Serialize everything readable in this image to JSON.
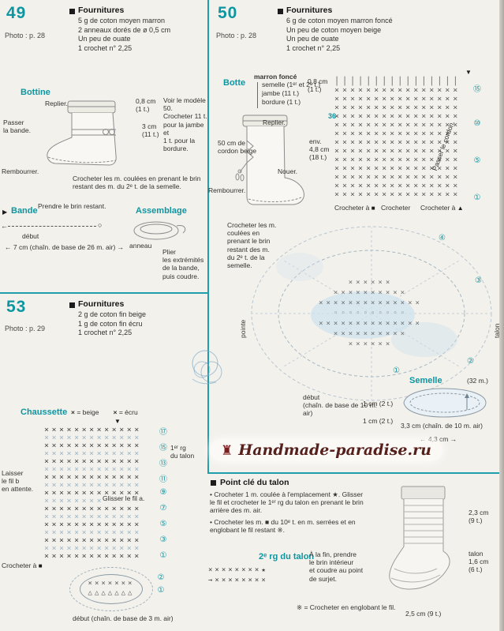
{
  "glyphs": {
    "square": "■",
    "tri_right": "▶",
    "tri_down": "▼",
    "tri_up": "▲",
    "arrow_left": "←",
    "circle": "○"
  },
  "watermark": {
    "ornament": "♜",
    "text": "Handmade-paradise.ru"
  },
  "p49": {
    "number": "49",
    "photo": "Photo : p. 28",
    "supplies_title": "Fournitures",
    "supplies": [
      "5 g de coton moyen marron",
      "2 anneaux dorés de ø 0,5 cm",
      "Un peu de ouate",
      "1 crochet n° 2,25"
    ],
    "bottine_title": "Bottine",
    "replier": "Replier.",
    "dim_top": "0,8 cm\n(1 t.)",
    "dim_leg": "3 cm\n(11 t.)",
    "voir_note": "Voir le modèle 50.\nCrocheter 11 t.\npour la jambe et\n1 t. pour la\nbordure.",
    "passer_bande": "Passer\nla bande.",
    "rembourrer": "Rembourrer.",
    "slip_note": "Crocheter les m. coulées en prenant le brin restant des m. du 2ᵉ t. de la semelle.",
    "bande_title": "Bande",
    "prendre_brin": "Prendre le brin restant.",
    "debut": "début",
    "bande_dim": "← 7 cm (chaîn. de base de 26 m. air) →",
    "assemblage_title": "Assemblage",
    "anneau": "anneau",
    "plier_note": "Plier\nles extrémités\nde la bande,\npuis coudre."
  },
  "p50": {
    "number": "50",
    "photo": "Photo : p. 28",
    "supplies_title": "Fournitures",
    "supplies": [
      "6 g de coton moyen marron foncé",
      "Un peu de coton moyen beige",
      "Un peu de ouate",
      "1 crochet n° 2,25"
    ],
    "botte_title": "Botte",
    "botte_color": "marron foncé",
    "botte_parts": [
      "semelle (1ᵉʳ et 2ᵉ t.)",
      "jambe (11 t.)",
      "bordure (1 t.)"
    ],
    "replier": "Replier.",
    "cordon": "50 cm de\ncordon beige",
    "nouer": "Nouer.",
    "rembourrer": "Rembourrer.",
    "slip_note": "Crocheter les m.\ncoulées en\nprenant le brin\nrestant des m.\ndu 2ᵉ t. de la\nsemelle.",
    "dim_top": "0,8 cm\n(1 t.)",
    "dim_leg": "env.\n4,8 cm\n(18 t.)",
    "row36": "36",
    "passer_cordon": "Passer le cordon.",
    "chart_rows": [
      "││││││││││││││││",
      "××××××××××××××××",
      "××××××××××××××××",
      "××××××××××××××××",
      "××××××××××××××××",
      "××××××××××××××××",
      "××××××××××××××××",
      "××××××××××××××××",
      "××××××××××××××××",
      "××××××××××××××××",
      "××××××××××××××××",
      "××××××××××××××××",
      "××××××××××××××××",
      "××××××××××××××××"
    ],
    "row_markers": [
      "⑮",
      "⑩",
      "⑤",
      "①"
    ],
    "crochet_left": "Crocheter à",
    "crochet_mid": "Crocheter",
    "crochet_right": "Crocheter à",
    "sole": {
      "rows": [
        "××××××",
        "××××××××××",
        "××××××××××××××",
        "◦◦◦◦◦◦◦◦◦◦",
        "××××××××××××××",
        "××××××××××",
        "××××××"
      ],
      "markers": [
        "④",
        "③",
        "②",
        "①"
      ],
      "pointe": "pointe",
      "talon": "talon",
      "debut_note": "début\n(chaîn. de base de 10 m. air)",
      "dim1": "1 cm (2 t.)",
      "dim2": "1 cm (2 t.)"
    },
    "semelle_title": "Semelle",
    "semelle_m": "(32 m.)",
    "semelle_chain": "3,3 cm (chaîn. de 10 m. air)",
    "semelle_width": "← 4,3 cm →"
  },
  "p53": {
    "number": "53",
    "photo": "Photo : p. 29",
    "supplies_title": "Fournitures",
    "supplies": [
      "2 g de coton fin beige",
      "1 g de coton fin écru",
      "1 crochet n° 2,25"
    ],
    "chaussette_title": "Chaussette",
    "legend": [
      {
        "sym": "×",
        "label": "= beige"
      },
      {
        "sym": "×",
        "label": "= écru"
      }
    ],
    "chart_rows": [
      "×××××××××××××",
      "×××××××××××××",
      "×××××××××××××",
      "×××××××××××××",
      "×××××××××××××",
      "×××××××××××××",
      "×××××××××××××",
      "×××××××××××××",
      "×××××××××××××",
      "×××××××××××××",
      "×××××××××××××",
      "×××××××××××××",
      "×××××××××××××",
      "×××××××××××××",
      "×××××××××××××",
      "×××××××××××××",
      "×××××××××××××"
    ],
    "row_markers": [
      "⑰",
      "⑮",
      "⑬",
      "⑪",
      "⑨",
      "⑦",
      "⑤",
      "③",
      "①"
    ],
    "talon_row_label": "1ᵉʳ rg\ndu talon",
    "laisser": "Laisser\nle fil b\nen attente.",
    "glisser": "Glisser le fil a.",
    "crochet_at": "Crocheter à",
    "oval_rows": [
      "×××××××",
      "△△△△△△△"
    ],
    "oval_markers": [
      "②",
      "①"
    ],
    "debut_note": "début (chaîn. de base de 3 m. air)"
  },
  "talon": {
    "title": "Point clé du talon",
    "bullets": [
      "• Crocheter 1 m. coulée à l'emplacement ★. Glisser le fil et crocheter le 1ᵉʳ rg du talon en prenant le brin arrière des m. air.",
      "• Crocheter les m. ■ du 10ᵉ t. en m. serrées et en englobant le fil restant ※."
    ],
    "rg2_title": "2ᵉ rg du talon",
    "chart_rows": [
      "××××××××★",
      "→××××××××"
    ],
    "fin_note": "À la fin, prendre\nle brin intérieur\net coudre au point\nde surjet.",
    "legend": "※ = Crocheter en englobant le fil.",
    "dims": {
      "leg": "2,3 cm\n(9 t.)",
      "heel": "talon\n1,6 cm\n(6 t.)",
      "foot": "2,5 cm (9 t.)"
    }
  }
}
